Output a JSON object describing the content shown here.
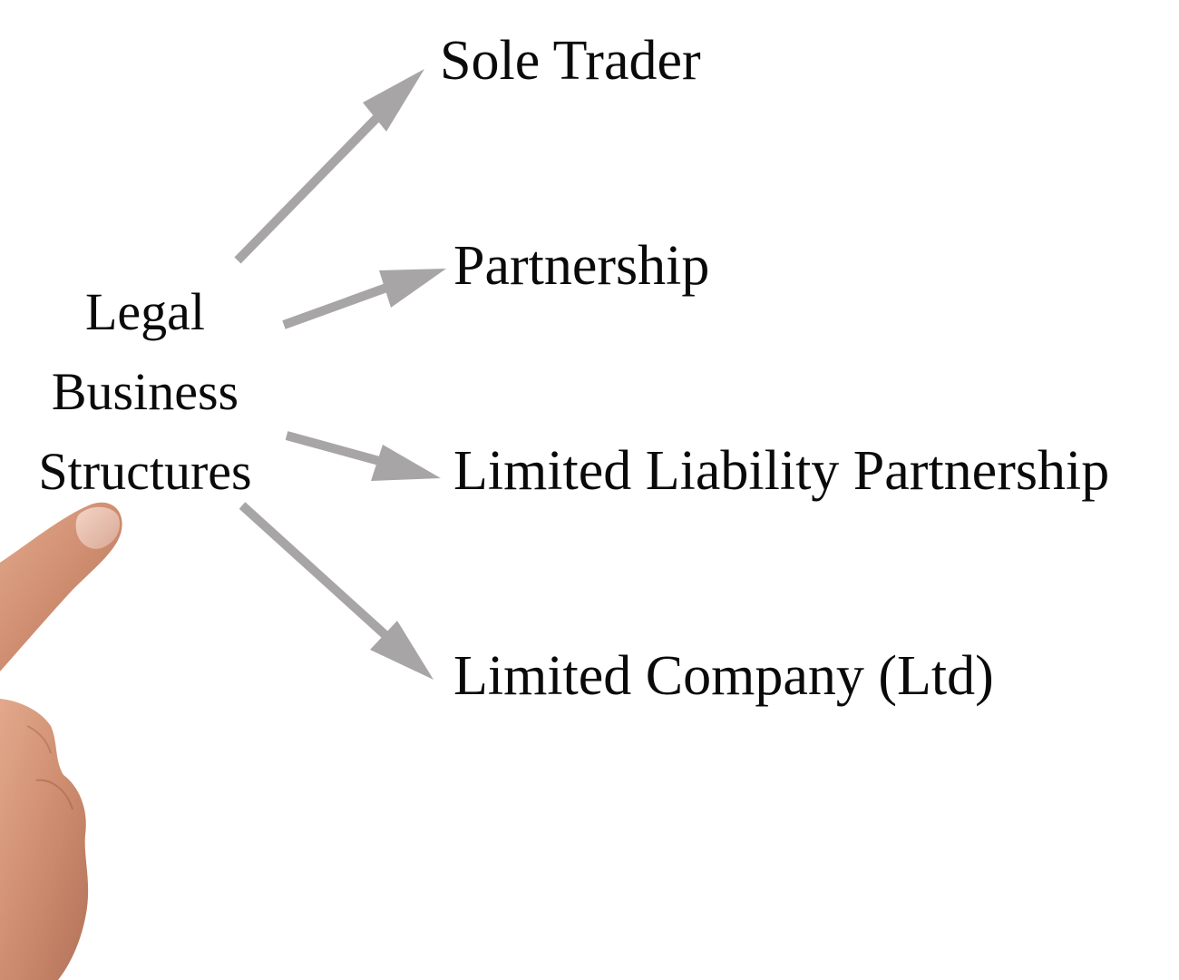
{
  "diagram": {
    "center": {
      "line1": "Legal",
      "line2": "Business",
      "line3": "Structures"
    },
    "targets": [
      "Sole Trader",
      "Partnership",
      "Limited Liability Partnership",
      "Limited Company (Ltd)"
    ],
    "arrow_color": "#a8a5a6"
  }
}
